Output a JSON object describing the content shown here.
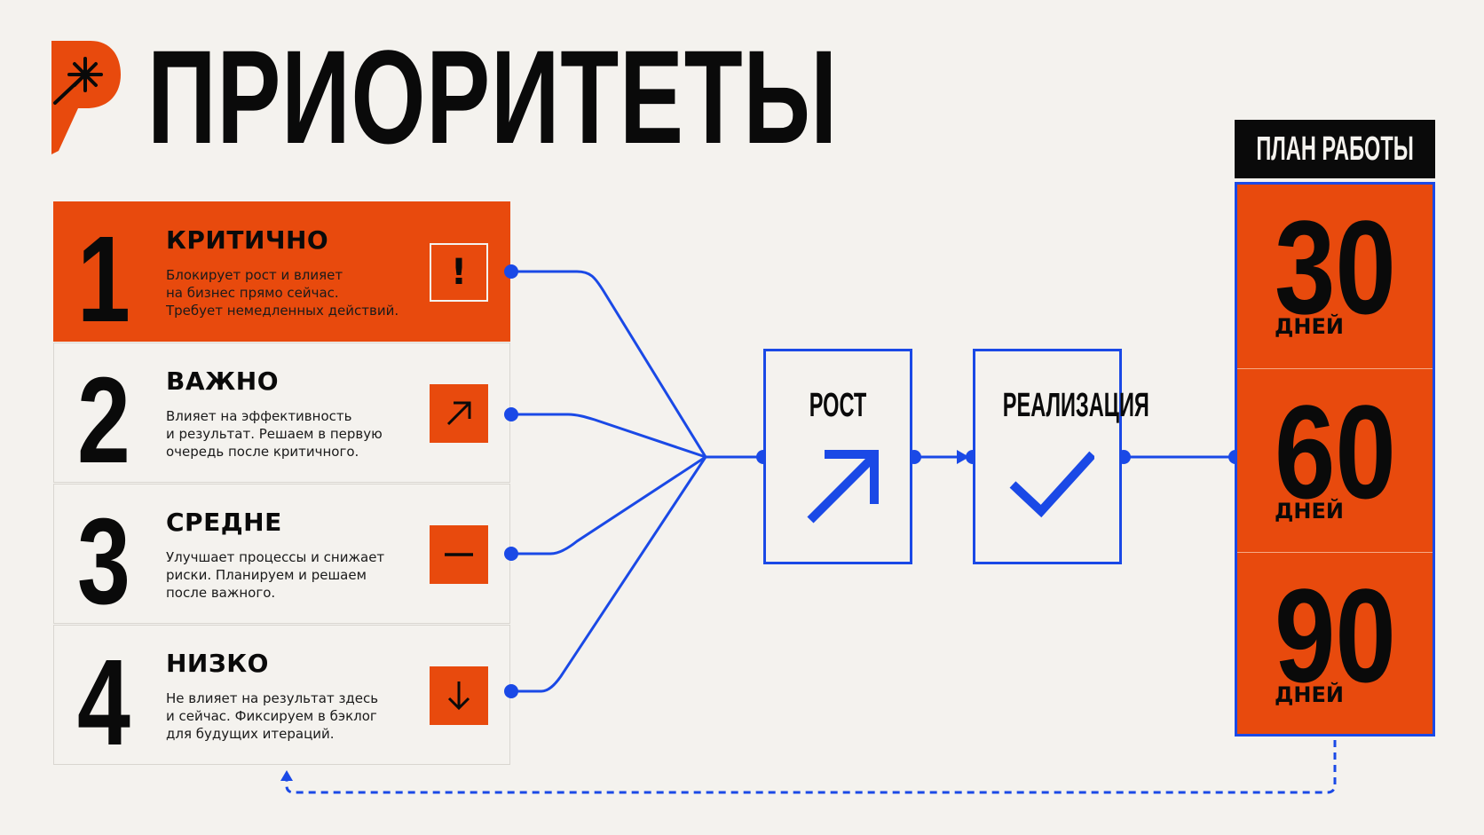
{
  "title": "ПРИОРИТЕТЫ",
  "logo": {
    "icon": "spark-p-logo-icon",
    "color": "#e84a0d"
  },
  "priorities": [
    {
      "number": "1",
      "title": "КРИТИЧНО",
      "description": "Блокирует рост и влияет\nна бизнес прямо сейчас.\nТребует немедленных действий.",
      "icon": "exclamation-icon",
      "glyph": "!"
    },
    {
      "number": "2",
      "title": "ВАЖНО",
      "description": "Влияет на эффективность\nи результат. Решаем в первую\nочередь после критичного.",
      "icon": "arrow-up-right-icon",
      "glyph": "↗"
    },
    {
      "number": "3",
      "title": "СРЕДНЕ",
      "description": "Улучшает процессы и снижает\nриски. Планируем и решаем\nпосле важного.",
      "icon": "minus-icon",
      "glyph": "—"
    },
    {
      "number": "4",
      "title": "НИЗКО",
      "description": "Не влияет на результат здесь\nи сейчас. Фиксируем в бэклог\nдля будущих итераций.",
      "icon": "arrow-down-icon",
      "glyph": "↓"
    }
  ],
  "steps": [
    {
      "label": "РОСТ",
      "icon": "growth-arrow-icon"
    },
    {
      "label": "РЕАЛИЗАЦИЯ",
      "icon": "checkmark-icon"
    }
  ],
  "plan": {
    "header": "ПЛАН РАБОТЫ",
    "periods": [
      {
        "value": "30",
        "unit": "ДНЕЙ"
      },
      {
        "value": "60",
        "unit": "ДНЕЙ"
      },
      {
        "value": "90",
        "unit": "ДНЕЙ"
      }
    ]
  },
  "colors": {
    "accent": "#e84a0d",
    "connector": "#1a49e6",
    "background": "#f4f2ee",
    "ink": "#0a0a0a"
  }
}
